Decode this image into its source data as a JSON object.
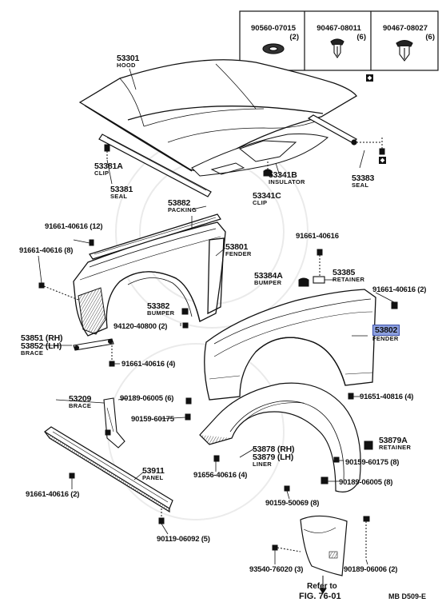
{
  "fasteners_box": [
    {
      "part": "90560-07015",
      "qty": "(2)"
    },
    {
      "part": "90467-08011",
      "qty": "(6)"
    },
    {
      "part": "90467-08027",
      "qty": "(6)"
    }
  ],
  "parts": {
    "hood": {
      "number": "53301",
      "name": "HOOD"
    },
    "clip_a": {
      "number": "53381A",
      "name": "CLIP"
    },
    "seal_53381": {
      "number": "53381",
      "name": "SEAL"
    },
    "insulator": {
      "number": "53341B",
      "name": "INSULATOR"
    },
    "clip_c": {
      "number": "53341C",
      "name": "CLIP"
    },
    "seal_53383": {
      "number": "53383",
      "name": "SEAL"
    },
    "packing": {
      "number": "53882",
      "name": "PACKING"
    },
    "fender_left": {
      "number": "53801",
      "name": "FENDER"
    },
    "bumper_a": {
      "number": "53384A",
      "name": "BUMPER"
    },
    "retainer": {
      "number": "53385",
      "name": "RETAINER"
    },
    "bumper_53382": {
      "number": "53382",
      "name": "BUMPER"
    },
    "fender_right": {
      "number": "53802",
      "name": "FENDER"
    },
    "brace_rh": "53851 (RH)",
    "brace_lh": "53852 (LH)",
    "brace_name": "BRACE",
    "brace_53209": {
      "number": "53209",
      "name": "BRACE"
    },
    "panel": {
      "number": "53911",
      "name": "PANEL"
    },
    "liner_rh": "53878 (RH)",
    "liner_lh": "53879 (LH)",
    "liner_name": "LINER",
    "retainer_a": {
      "number": "53879A",
      "name": "RETAINER"
    }
  },
  "part_numbers": {
    "b_12": "91661-40616 (12)",
    "b_8": "91661-40616 (8)",
    "b_single": "91661-40616",
    "b_2_right": "91661-40616 (2)",
    "b_4": "91661-40616 (4)",
    "bolt_94120": "94120-40800 (2)",
    "bolt_90189_6": "90189-06005 (6)",
    "b_90159": "90159-60175",
    "b_91651": "91651-40816 (4)",
    "b_91656": "91656-40616 (4)",
    "b_90159_8": "90159-60175 (8)",
    "b_90189_8": "90189-06005 (8)",
    "b_90159_50069": "90159-50069 (8)",
    "b_2_left": "91661-40616 (2)",
    "b_90119": "90119-06092 (5)",
    "b_93540": "93540-76020 (3)",
    "b_90189_2": "90189-06006 (2)"
  },
  "footer": {
    "refer": "Refer to",
    "fig": "FIG. 76-01",
    "code": "MB  D509-E"
  }
}
